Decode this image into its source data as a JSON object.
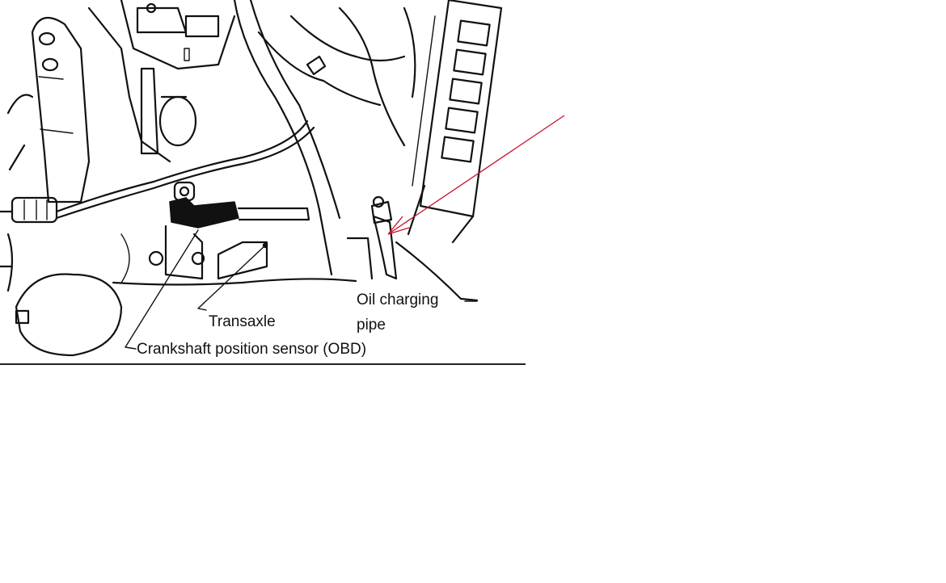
{
  "labels": {
    "transaxle": "Transaxle",
    "crankshaft_sensor": "Crankshaft position sensor (OBD)",
    "oil_pipe_line1": "Oil charging",
    "oil_pipe_line2": "pipe"
  },
  "colors": {
    "line_art": "#111111",
    "callout_arrow": "#c8102e",
    "background": "#ffffff"
  }
}
